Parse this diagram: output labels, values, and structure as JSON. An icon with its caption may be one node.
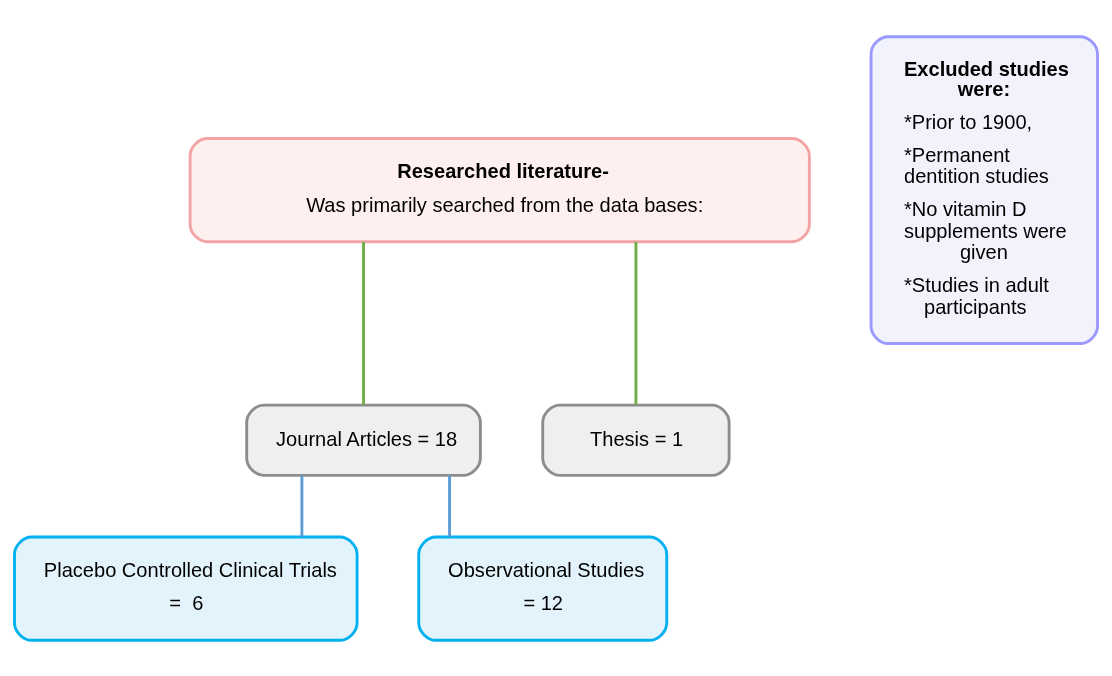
{
  "diagram": {
    "nodes": [
      {
        "text": [
          "Researched literature-",
          "Was primarily searched from the data bases:"
        ]
      },
      {
        "text": [
          "Journal Articles = 18"
        ]
      },
      {
        "text": [
          "Thesis = 1"
        ]
      },
      {
        "text": [
          "Placebo Controlled Clinical Trials",
          "=  6"
        ]
      },
      {
        "text": [
          "Observational Studies",
          "= 12"
        ]
      },
      {
        "text": [
          "Excluded studies were:",
          "*Prior to 1900,",
          "*Permanent dentition studies",
          "*No vitamin D supplements were given",
          "*Studies in adult participants"
        ]
      }
    ],
    "edges": [
      {
        "from": 0,
        "to": 1,
        "arrow": "none",
        "color": "#70ad47"
      },
      {
        "from": 0,
        "to": 2,
        "arrow": "none",
        "color": "#70ad47"
      },
      {
        "from": 1,
        "to": 3,
        "arrow": "none",
        "color": "#5b9bd5"
      },
      {
        "from": 1,
        "to": 4,
        "arrow": "none",
        "color": "#5b9bd5"
      }
    ]
  }
}
